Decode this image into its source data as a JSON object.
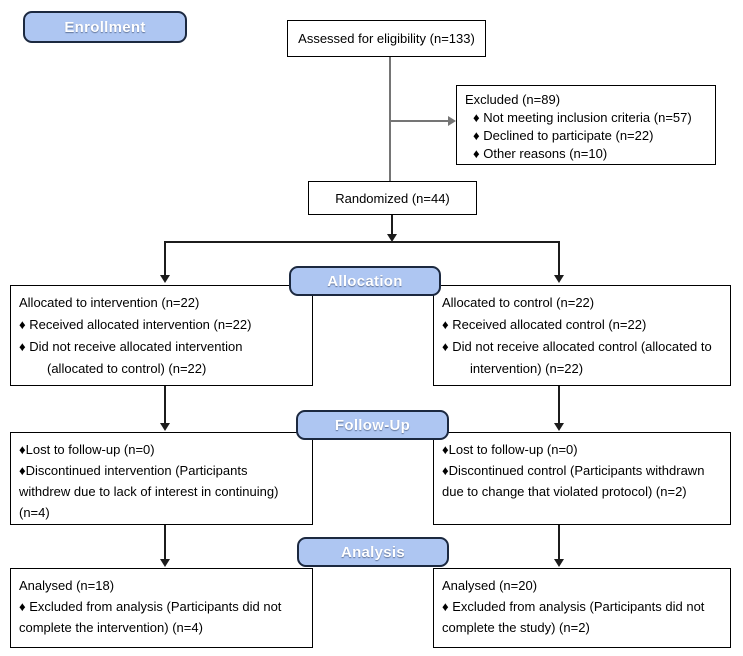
{
  "stage_labels": {
    "enrollment": "Enrollment",
    "allocation": "Allocation",
    "followup": "Follow-Up",
    "analysis": "Analysis"
  },
  "boxes": {
    "assessed": {
      "text": "Assessed for eligibility (n=133)"
    },
    "excluded": {
      "lines": [
        "Excluded (n=89)",
        "♦ Not meeting inclusion criteria (n=57)",
        "♦ Declined to participate (n=22)",
        "♦ Other reasons (n=10)"
      ]
    },
    "randomized": {
      "text": "Randomized (n=44)"
    },
    "allocation_intervention": {
      "lines": [
        "Allocated to intervention (n=22)",
        "♦ Received allocated intervention (n=22)",
        "♦ Did not receive allocated intervention",
        "(allocated to control) (n=22)"
      ]
    },
    "allocation_control": {
      "lines": [
        "Allocated to control (n=22)",
        "♦ Received allocated control (n=22)",
        "♦ Did not receive allocated control (allocated to",
        "intervention) (n=22)"
      ]
    },
    "followup_intervention": {
      "lines": [
        "♦Lost to follow-up (n=0)",
        "♦Discontinued intervention (Participants",
        "withdrew due to lack of interest in continuing)",
        "(n=4)"
      ]
    },
    "followup_control": {
      "lines": [
        "♦Lost to follow-up (n=0)",
        "♦Discontinued control (Participants withdrawn",
        "due to change that violated protocol) (n=2)"
      ]
    },
    "analysis_intervention": {
      "lines": [
        "Analysed (n=18)",
        "♦ Excluded from analysis (Participants did not",
        "complete the intervention) (n=4)"
      ]
    },
    "analysis_control": {
      "lines": [
        "Analysed (n=20)",
        "♦ Excluded from analysis (Participants did not",
        "complete the study) (n=2)"
      ]
    }
  },
  "colors": {
    "background": "#ffffff",
    "stage_pill_fill": "#aec6f2",
    "stage_pill_border": "#1c2940",
    "stage_pill_text": "#ffffff",
    "box_border": "#000000",
    "box_text": "#000000",
    "connector_dark": "#1c1c1c",
    "connector_gray": "#757575"
  }
}
